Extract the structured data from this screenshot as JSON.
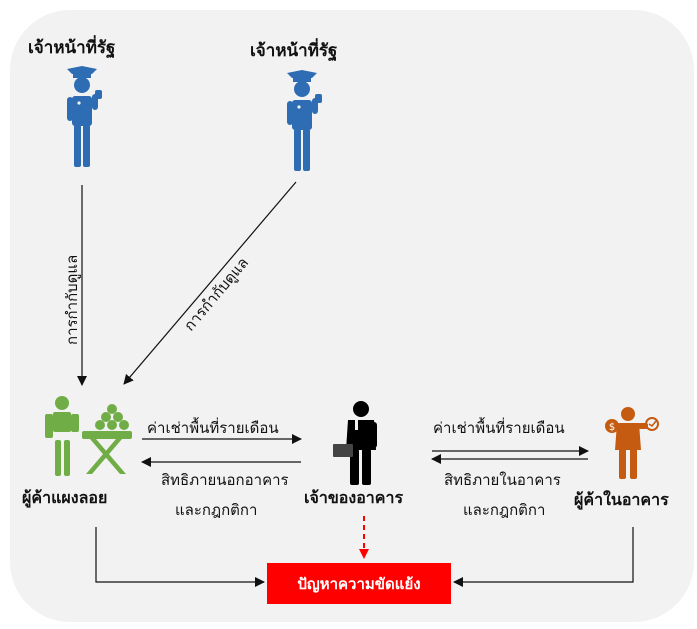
{
  "officials": {
    "left_title": "เจ้าหน้าที่รัฐ",
    "right_title": "เจ้าหน้าที่รัฐ"
  },
  "oversight": {
    "left_label": "การกำกับดูแล",
    "right_label": "การกำกับดูแล"
  },
  "actors": {
    "street_vendor": "ผู้ค้าแผงลอย",
    "building_owner": "เจ้าของอาคาร",
    "building_vendor": "ผู้ค้าในอาคาร"
  },
  "relations": {
    "rent_left": "ค่าเช่าพื้นที่รายเดือน",
    "rights_left_1": "สิทธิภายนอกอาคาร",
    "rights_left_2": "และกฎกติกา",
    "rent_right": "ค่าเช่าพื้นที่รายเดือน",
    "rights_right_1": "สิทธิภายในอาคาร",
    "rights_right_2": "และกฎกติกา"
  },
  "outcome": {
    "conflict": "ปัญหาความขัดแย้ง"
  },
  "colors": {
    "officer": "#2e6db4",
    "street_vendor": "#70ad47",
    "building_owner": "#000000",
    "building_vendor": "#c55a11",
    "conflict_box": "#ff0000"
  }
}
